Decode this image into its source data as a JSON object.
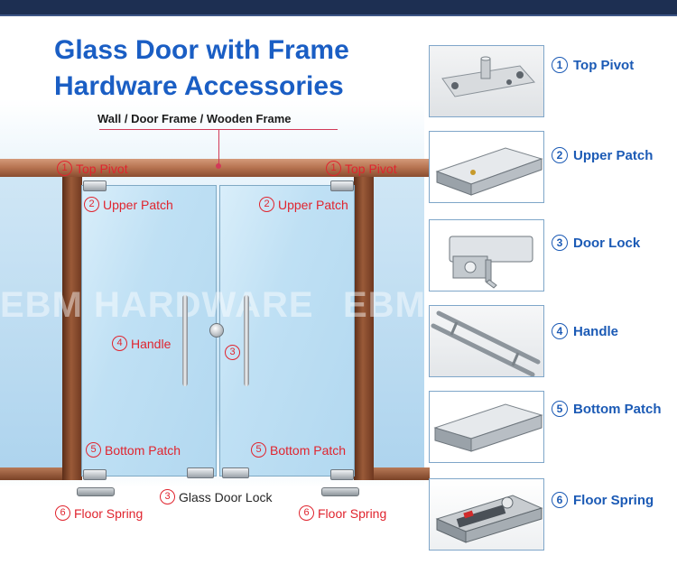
{
  "title": {
    "line1": "Glass Door with Frame",
    "line2": "Hardware Accessories"
  },
  "frame_label": "Wall / Door Frame / Wooden Frame",
  "watermark": "EBM HARDWARE",
  "callouts": {
    "top_pivot_left": {
      "num": "1",
      "label": "Top Pivot"
    },
    "top_pivot_right": {
      "num": "1",
      "label": "Top Pivot"
    },
    "upper_patch_left": {
      "num": "2",
      "label": "Upper Patch"
    },
    "upper_patch_right": {
      "num": "2",
      "label": "Upper Patch"
    },
    "handle": {
      "num": "4",
      "label": "Handle"
    },
    "door_lock_mid": {
      "num": "3",
      "label": ""
    },
    "bottom_patch_left": {
      "num": "5",
      "label": "Bottom Patch"
    },
    "bottom_patch_right": {
      "num": "5",
      "label": "Bottom Patch"
    },
    "glass_door_lock": {
      "num": "3",
      "label": "Glass Door Lock"
    },
    "floor_spring_left": {
      "num": "6",
      "label": "Floor Spring"
    },
    "floor_spring_right": {
      "num": "6",
      "label": "Floor Spring"
    }
  },
  "accessories": [
    {
      "num": "1",
      "label": "Top Pivot",
      "icon": "top-pivot-icon"
    },
    {
      "num": "2",
      "label": "Upper Patch",
      "icon": "upper-patch-icon"
    },
    {
      "num": "3",
      "label": "Door Lock",
      "icon": "door-lock-icon"
    },
    {
      "num": "4",
      "label": "Handle",
      "icon": "handle-icon"
    },
    {
      "num": "5",
      "label": "Bottom Patch",
      "icon": "bottom-patch-icon"
    },
    {
      "num": "6",
      "label": "Floor Spring",
      "icon": "floor-spring-icon"
    }
  ],
  "colors": {
    "title": "#1a5ec4",
    "callout": "#e0242e",
    "accessory_label": "#1b5ab5",
    "frame": "#9a5a38",
    "topbar": "#1d2f52"
  }
}
